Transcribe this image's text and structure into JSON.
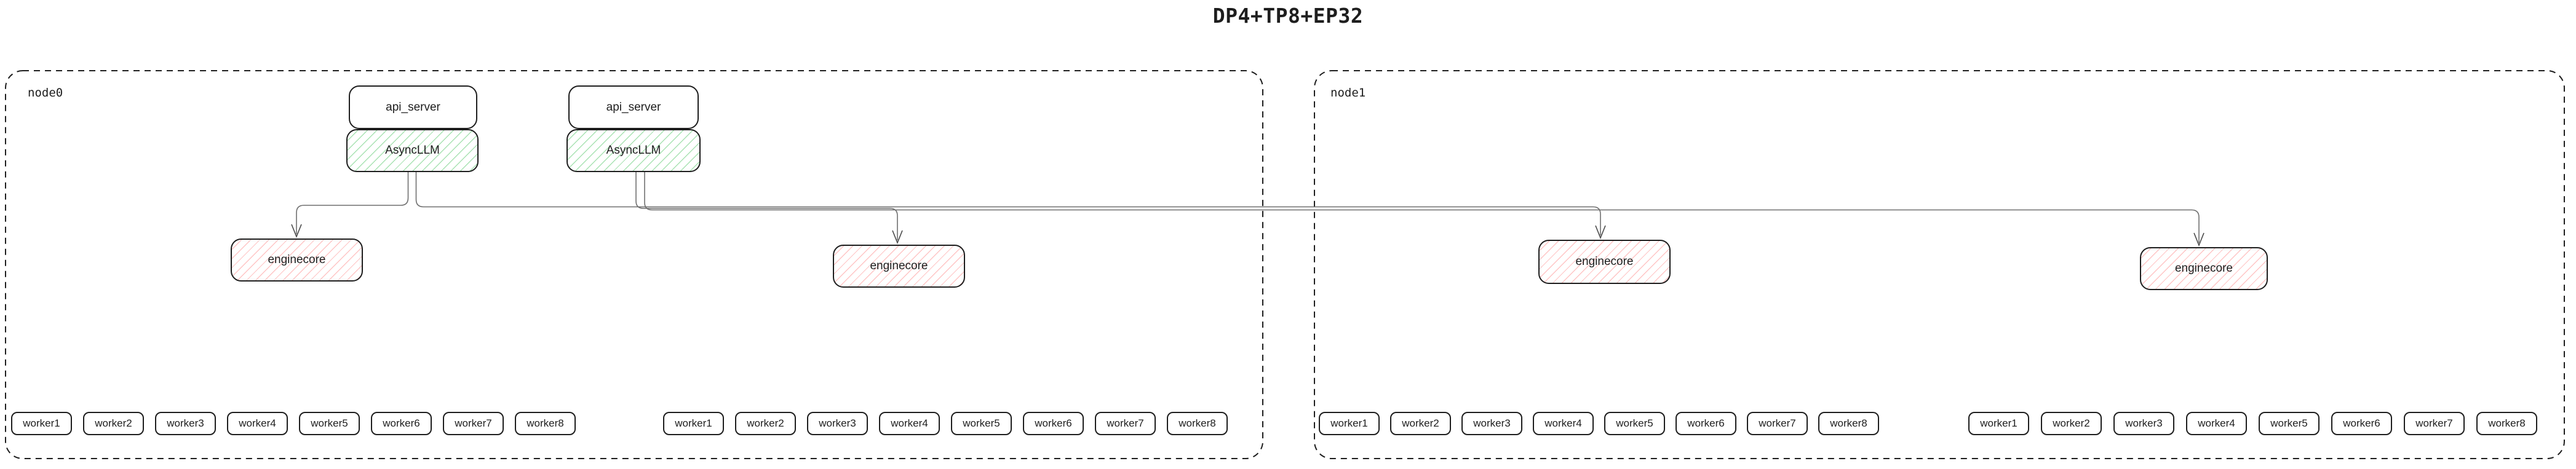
{
  "title": "DP4+TP8+EP32",
  "colors": {
    "text": "#1e1e1e",
    "box_border": "#1e1e1e",
    "green_hatch": "#40c057",
    "red_hatch": "#ff6e6e",
    "connector": "#6f6f6f"
  },
  "nodes": [
    {
      "label": "node0",
      "servers": [
        {
          "api_server": "api_server",
          "async_llm": "AsyncLLM"
        },
        {
          "api_server": "api_server",
          "async_llm": "AsyncLLM"
        }
      ],
      "enginecores": [
        "enginecore",
        "enginecore"
      ],
      "worker_groups": [
        [
          "worker1",
          "worker2",
          "worker3",
          "worker4",
          "worker5",
          "worker6",
          "worker7",
          "worker8"
        ],
        [
          "worker1",
          "worker2",
          "worker3",
          "worker4",
          "worker5",
          "worker6",
          "worker7",
          "worker8"
        ]
      ]
    },
    {
      "label": "node1",
      "enginecores": [
        "enginecore",
        "enginecore"
      ],
      "worker_groups": [
        [
          "worker1",
          "worker2",
          "worker3",
          "worker4",
          "worker5",
          "worker6",
          "worker7",
          "worker8"
        ],
        [
          "worker1",
          "worker2",
          "worker3",
          "worker4",
          "worker5",
          "worker6",
          "worker7",
          "worker8"
        ]
      ]
    }
  ]
}
